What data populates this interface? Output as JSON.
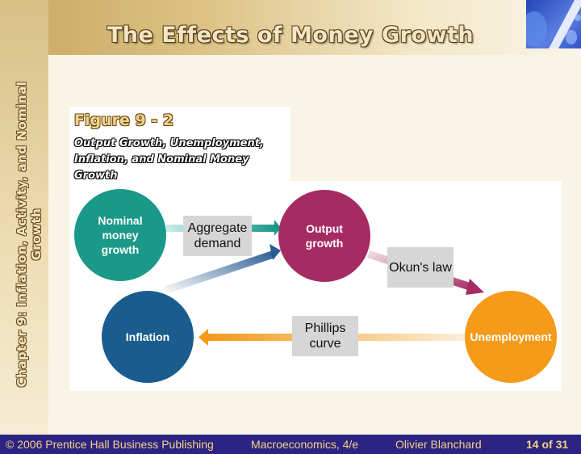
{
  "slide": {
    "title": "The Effects of Money Growth",
    "side_label": "Chapter 9: Inflation, Activity, and Nominal Growth"
  },
  "figure": {
    "number": "Figure 9 - 2",
    "title": "Output Growth, Unemployment, Inflation, and Nominal Money Growth"
  },
  "diagram": {
    "nodes": {
      "money": {
        "label": "Nominal money growth",
        "color": "#1a9889"
      },
      "output": {
        "label": "Output growth",
        "color": "#a62b63"
      },
      "unemployment": {
        "label": "Unemployment",
        "color": "#f59a19"
      },
      "inflation": {
        "label": "Inflation",
        "color": "#1b5c8f"
      }
    },
    "links": {
      "aggregate_demand": "Aggregate demand",
      "okuns_law": "Okun's law",
      "phillips_curve": "Phillips curve"
    }
  },
  "footer": {
    "publisher": "© 2006 Prentice Hall Business Publishing",
    "book": "Macroeconomics, 4/e",
    "author": "Olivier Blanchard",
    "page": "14 of 31"
  }
}
